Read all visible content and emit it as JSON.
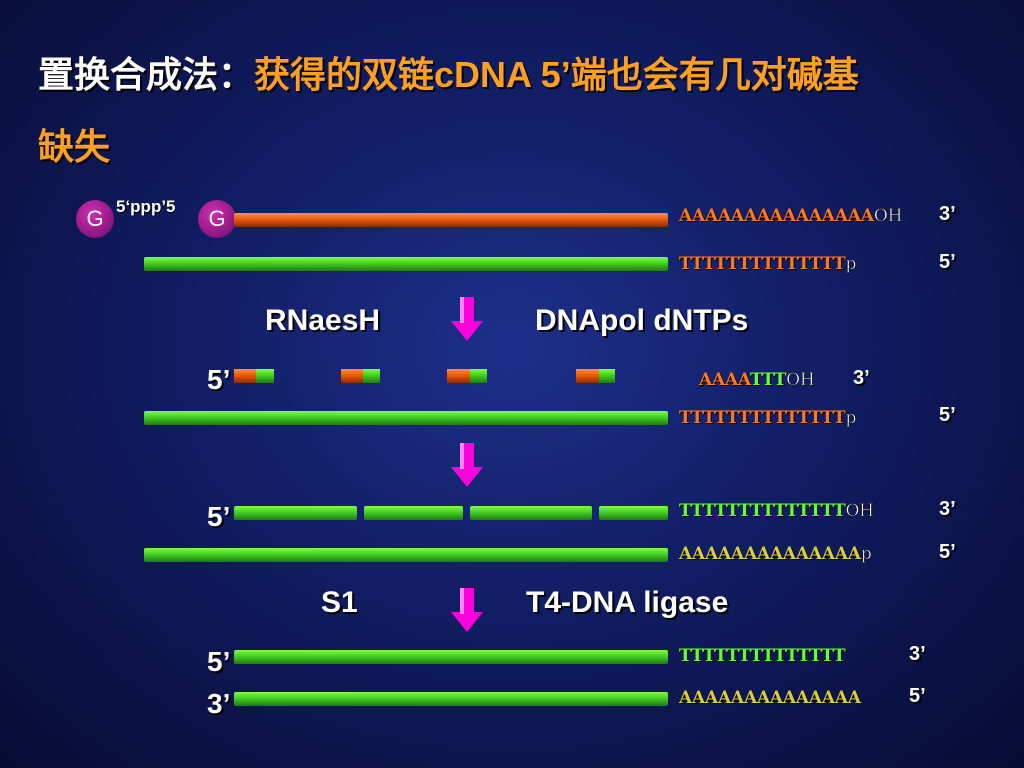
{
  "title": {
    "part1": "置换合成法：",
    "part2": "获得的双链cDNA 5’端也会有几对碱基",
    "part3": "缺失"
  },
  "cap": {
    "left_g": "G",
    "right_g": "G",
    "ppp_label": "5‘ppp’5"
  },
  "step1": {
    "top_seq": "AAAAAAAAAAAAAAA",
    "top_suffix": "OH",
    "top_end": "3’",
    "bottom_seq": "TTTTTTTTTTTTTT",
    "bottom_suffix": "p",
    "bottom_end": "5’"
  },
  "enzymes1": {
    "left": "RNaesH",
    "right": "DNApol  dNTPs"
  },
  "step2": {
    "left_end": "5’",
    "top_seq_a": "AAAA",
    "top_seq_t": "TTT",
    "top_suffix": "OH",
    "top_end": "3’",
    "bottom_seq": "TTTTTTTTTTTTTT",
    "bottom_suffix": "p",
    "bottom_end": "5’"
  },
  "step3": {
    "left_end": "5’",
    "top_seq": "TTTTTTTTTTTTTT",
    "top_suffix": "OH",
    "top_end": "3’",
    "bottom_seq": "AAAAAAAAAAAAAA",
    "bottom_suffix": "p",
    "bottom_end": "5’"
  },
  "enzymes2": {
    "left": "S1",
    "right": "T4-DNA ligase"
  },
  "step4": {
    "left_top_end": "5’",
    "left_bottom_end": "3’",
    "top_seq": "TTTTTTTTTTTTTT",
    "top_end": "3’",
    "bottom_seq": "AAAAAAAAAAAAAA",
    "bottom_end": "5’"
  },
  "colors": {
    "title_white": "#ffffff",
    "title_orange": "#ffa020",
    "rna_strand": "#e0500a",
    "dna_strand": "#3cc020",
    "arrow": "#ff00dd",
    "cap": "#8a1680"
  }
}
